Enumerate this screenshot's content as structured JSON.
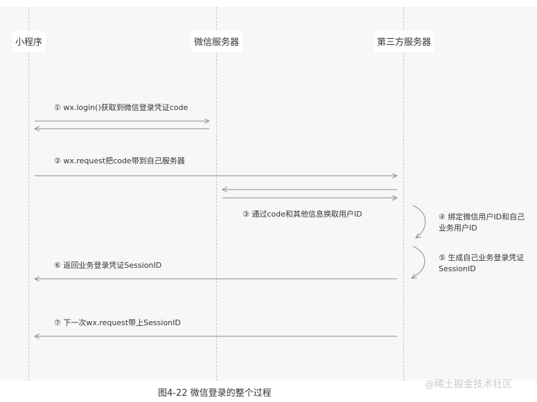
{
  "actors": {
    "mini_program": "小程序",
    "wechat_server": "微信服务器",
    "third_party_server": "第三方服务器"
  },
  "messages": {
    "step1": "① wx.login()获取到微信登录凭证code",
    "step2": "② wx.request把code带到自己服务器",
    "step3": "③ 通过code和其他信息换取用户ID",
    "step6": "⑥ 返回业务登录凭证SessionID",
    "step7": "⑦ 下一次wx.request带上SessionID"
  },
  "notes": {
    "step4_line1": "④ 绑定微信用户ID和自己",
    "step4_line2": "业务用户ID",
    "step5_line1": "⑤ 生成自己业务登录凭证",
    "step5_line2": "SessionID"
  },
  "caption": "图4-22 微信登录的整个过程",
  "watermark": "@稀土掘金技术社区"
}
